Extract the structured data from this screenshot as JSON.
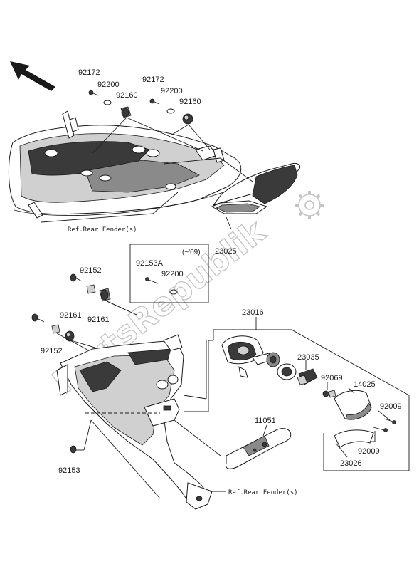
{
  "watermark": "PartsRepublik",
  "labels": {
    "p92172_a": "92172",
    "p92200_a": "92200",
    "p92160_a": "92160",
    "p92172_b": "92172",
    "p92200_b": "92200",
    "p92160_b": "92160",
    "ref_top": "Ref.Rear Fender(s)",
    "p23025": "23025",
    "box_note": "(~'09)",
    "p92153A": "92153A",
    "p92200_c": "92200",
    "p92152_a": "92152",
    "p92161_a": "92161",
    "p92161_b": "92161",
    "p92152_b": "92152",
    "p23016": "23016",
    "p23035": "23035",
    "p92069": "92069",
    "p14025": "14025",
    "p92009_a": "92009",
    "p92009_b": "92009",
    "p23026": "23026",
    "p11051": "11051",
    "p92153": "92153",
    "ref_bottom": "Ref.Rear Fender(s)"
  }
}
